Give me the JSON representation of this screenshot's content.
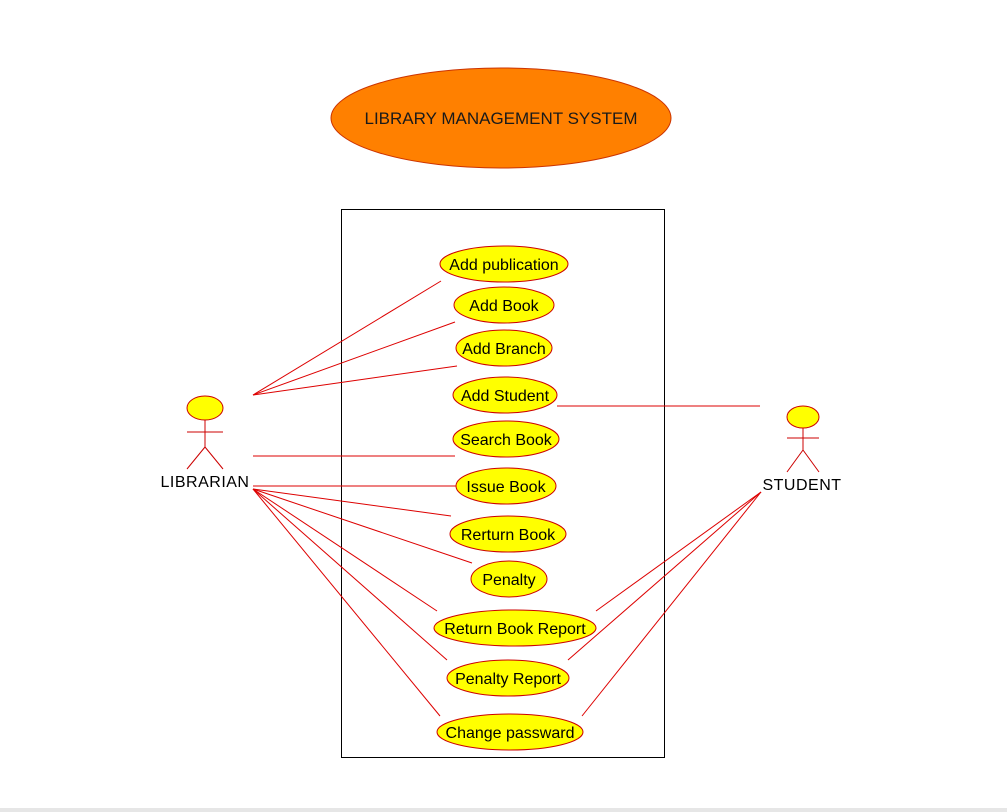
{
  "title": "LIBRARY MANAGEMENT SYSTEM",
  "actors": {
    "librarian": "LIBRARIAN",
    "student": "STUDENT"
  },
  "use_cases": [
    "Add publication",
    "Add Book",
    "Add Branch",
    "Add Student",
    "Search Book",
    "Issue Book",
    "Rerturn Book",
    "Penalty",
    "Return Book Report",
    "Penalty Report",
    "Change passward"
  ],
  "associations": {
    "librarian": [
      0,
      1,
      2,
      4,
      5,
      6,
      7,
      8,
      9,
      10
    ],
    "student": [
      3,
      8,
      9,
      10
    ]
  },
  "colors": {
    "title_fill": "#ff8000",
    "title_stroke": "#cc3300",
    "usecase_fill": "#ffff00",
    "usecase_stroke": "#cc0000",
    "actor_head": "#ffff00",
    "line": "#dd0000",
    "boundary": "#000000"
  }
}
